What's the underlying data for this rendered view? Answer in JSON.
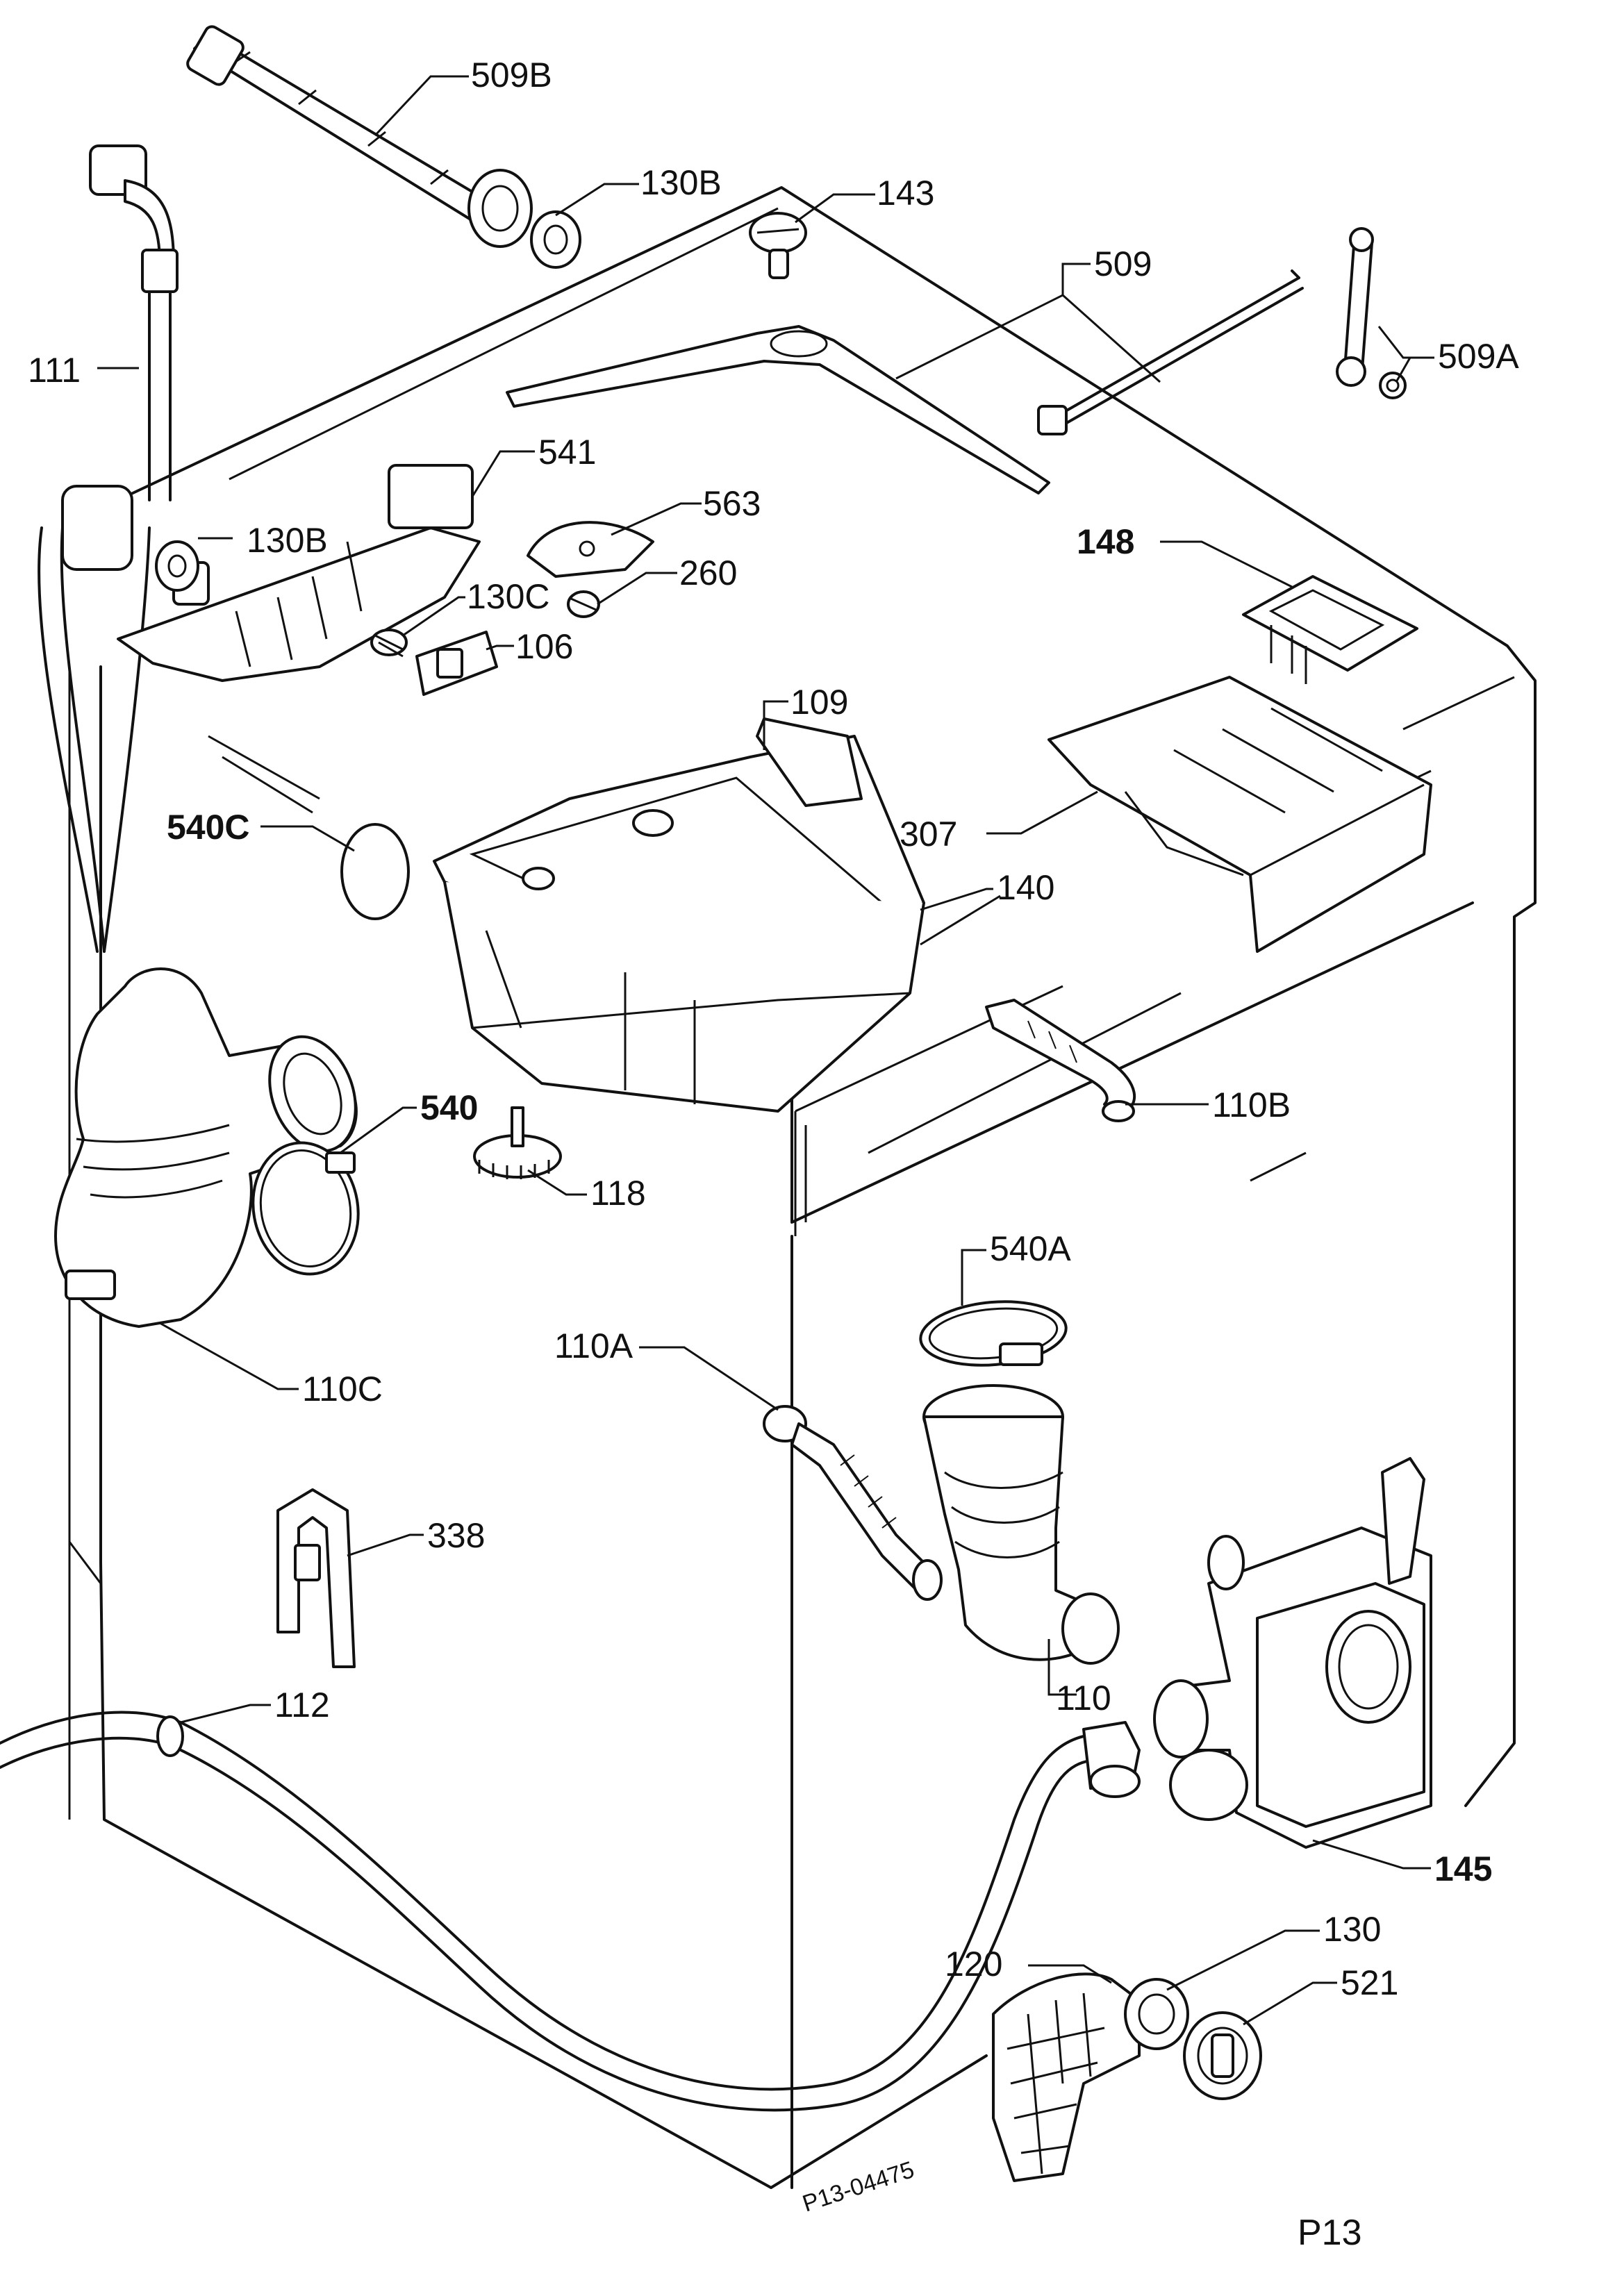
{
  "drawing_number": "P13-04475",
  "page": "P13",
  "parts": [
    {
      "id": "509b",
      "label": "509B"
    },
    {
      "id": "130b-top",
      "label": "130B"
    },
    {
      "id": "143",
      "label": "143"
    },
    {
      "id": "509",
      "label": "509"
    },
    {
      "id": "509a",
      "label": "509A"
    },
    {
      "id": "111",
      "label": "111"
    },
    {
      "id": "541",
      "label": "541"
    },
    {
      "id": "563",
      "label": "563"
    },
    {
      "id": "130b",
      "label": "130B"
    },
    {
      "id": "130c",
      "label": "130C"
    },
    {
      "id": "260",
      "label": "260"
    },
    {
      "id": "106",
      "label": "106"
    },
    {
      "id": "148",
      "label": "148"
    },
    {
      "id": "109",
      "label": "109"
    },
    {
      "id": "540c",
      "label": "540C"
    },
    {
      "id": "307",
      "label": "307"
    },
    {
      "id": "140",
      "label": "140"
    },
    {
      "id": "540",
      "label": "540"
    },
    {
      "id": "110b",
      "label": "110B"
    },
    {
      "id": "118",
      "label": "118"
    },
    {
      "id": "540a",
      "label": "540A"
    },
    {
      "id": "110c",
      "label": "110C"
    },
    {
      "id": "110a",
      "label": "110A"
    },
    {
      "id": "338",
      "label": "338"
    },
    {
      "id": "112",
      "label": "112"
    },
    {
      "id": "110",
      "label": "110"
    },
    {
      "id": "145",
      "label": "145"
    },
    {
      "id": "130",
      "label": "130"
    },
    {
      "id": "120",
      "label": "120"
    },
    {
      "id": "521",
      "label": "521"
    }
  ]
}
